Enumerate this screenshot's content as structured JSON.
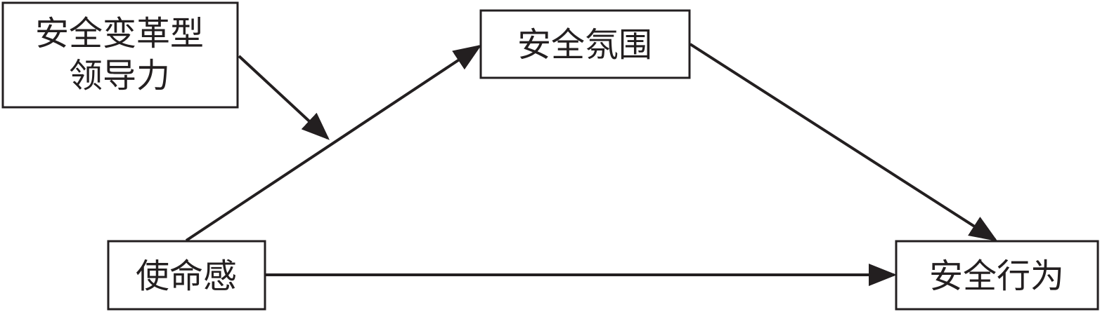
{
  "nodes": {
    "leadership": {
      "line1": "安全变革型",
      "line2": "领导力"
    },
    "climate": {
      "label": "安全氛围"
    },
    "mission": {
      "label": "使命感"
    },
    "behavior": {
      "label": "安全行为"
    }
  },
  "colors": {
    "stroke": "#231f20",
    "background": "#ffffff"
  }
}
